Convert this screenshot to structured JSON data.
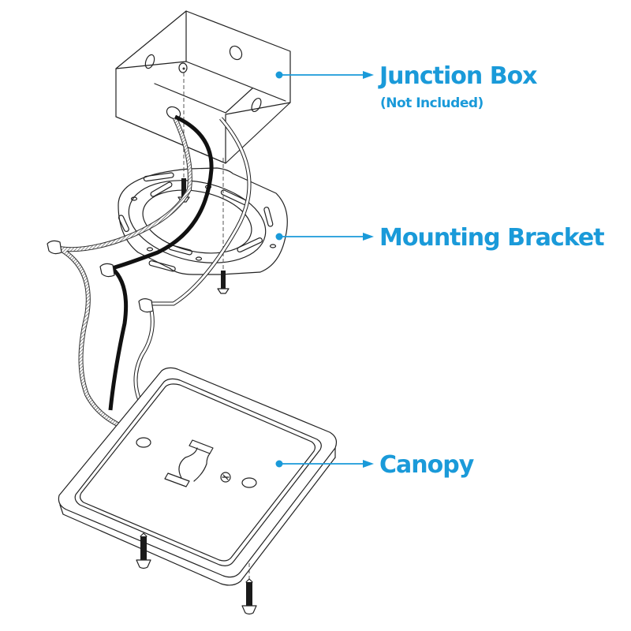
{
  "diagram": {
    "title": "Ceiling light installation exploded view",
    "accent_color": "#1a9ad9",
    "callouts": [
      {
        "id": "junction-box",
        "label": "Junction Box",
        "sublabel": "(Not Included)"
      },
      {
        "id": "mounting-bracket",
        "label": "Mounting Bracket",
        "sublabel": ""
      },
      {
        "id": "canopy",
        "label": "Canopy",
        "sublabel": ""
      }
    ],
    "components": {
      "junction_box": "junction box",
      "mounting_bracket": "mounting bracket",
      "canopy": "canopy",
      "wires": [
        "ground wire (braided)",
        "line wire (black)",
        "neutral wire (white)"
      ],
      "screws": [
        "bracket screw top",
        "bracket screw bottom",
        "canopy screw left",
        "canopy screw right"
      ]
    }
  }
}
